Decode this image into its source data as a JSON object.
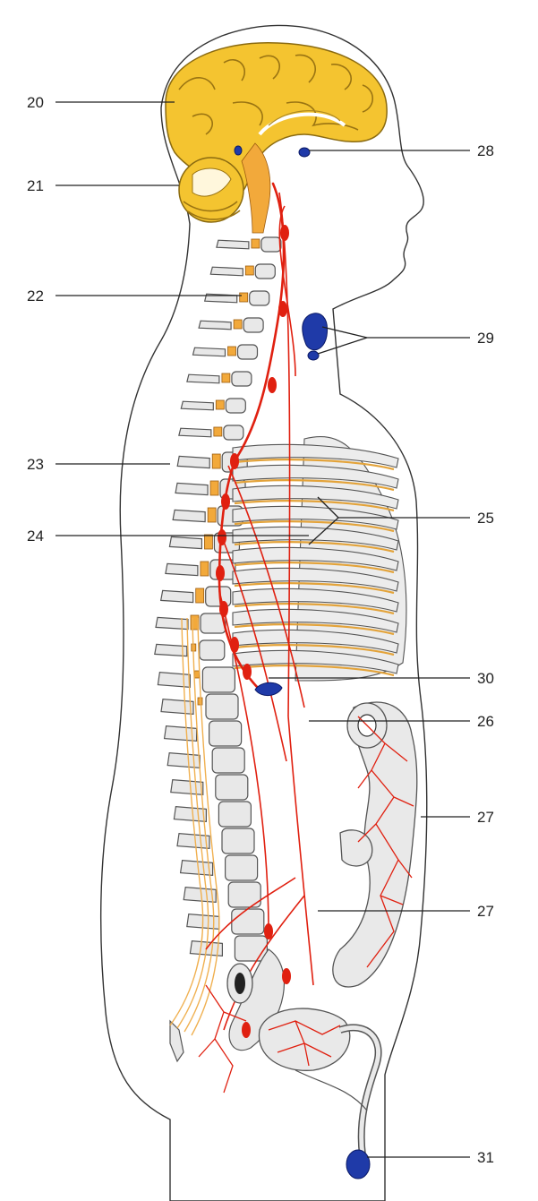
{
  "labels": [
    {
      "id": "20",
      "text": "20"
    },
    {
      "id": "21",
      "text": "21"
    },
    {
      "id": "22",
      "text": "22"
    },
    {
      "id": "23",
      "text": "23"
    },
    {
      "id": "24",
      "text": "24"
    },
    {
      "id": "25",
      "text": "25"
    },
    {
      "id": "26",
      "text": "26"
    },
    {
      "id": "27a",
      "text": "27"
    },
    {
      "id": "27b",
      "text": "27"
    },
    {
      "id": "28",
      "text": "28"
    },
    {
      "id": "29",
      "text": "29"
    },
    {
      "id": "30",
      "text": "30"
    },
    {
      "id": "31",
      "text": "31"
    }
  ],
  "colors": {
    "brain": "#f4c430",
    "spinal_cord": "#f2a93b",
    "sympathetic_chain": "#e02010",
    "glands": "#1f3aa8",
    "bone": "#e8e8e8"
  }
}
